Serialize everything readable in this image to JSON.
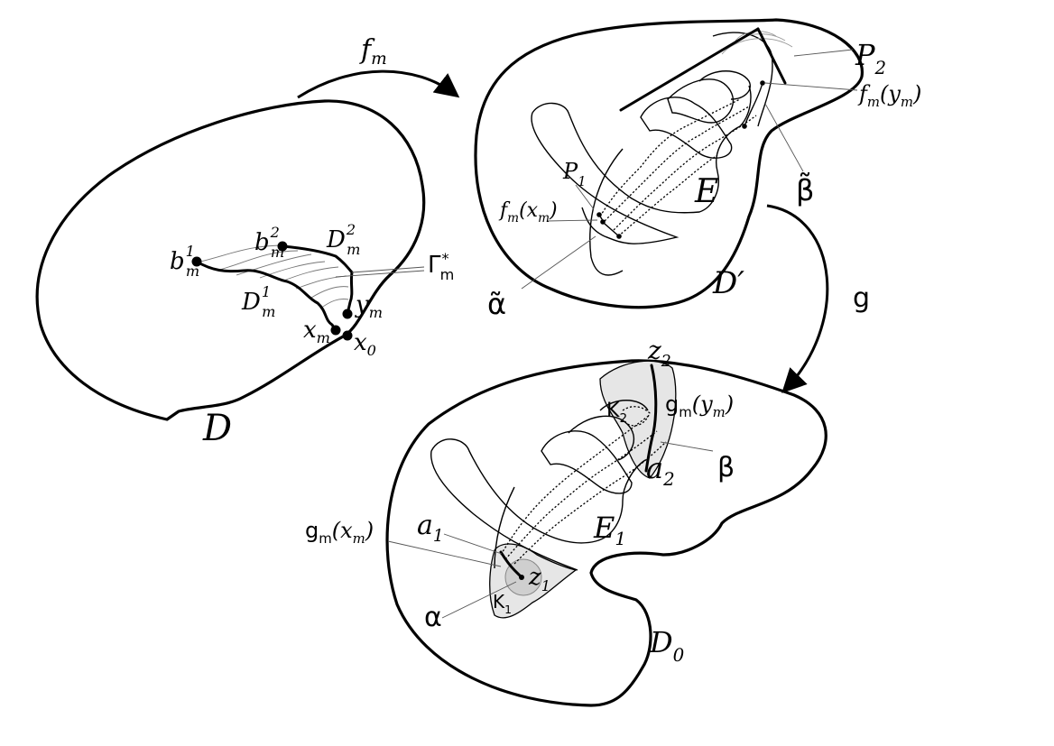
{
  "labels": {
    "f_m": {
      "main": "f",
      "sub": "m"
    },
    "g": {
      "main": "g"
    },
    "D": {
      "main": "D"
    },
    "D_prime": {
      "main": "D′"
    },
    "D_0": {
      "main": "D",
      "sub": "0"
    },
    "b_m_1": {
      "main": "b",
      "sub": "m",
      "sup": "1"
    },
    "b_m_2": {
      "main": "b",
      "sub": "m",
      "sup": "2"
    },
    "D_m_1": {
      "main": "D",
      "sub": "m",
      "sup": "1"
    },
    "D_m_2": {
      "main": "D",
      "sub": "m",
      "sup": "2"
    },
    "Gamma_m_star": {
      "main": "Γ",
      "sub": "m",
      "sup": "*"
    },
    "y_m": {
      "main": "y",
      "sub": "m"
    },
    "x_m": {
      "main": "x",
      "sub": "m"
    },
    "x_0": {
      "main": "x",
      "sub": "0"
    },
    "P_1": {
      "main": "P",
      "sub": "1"
    },
    "P_2": {
      "main": "P",
      "sub": "2"
    },
    "f_m_x_m": {
      "main": "f",
      "sub": "m",
      "arg": "(x",
      "argsub": "m",
      "close": ")"
    },
    "f_m_y_m": {
      "main": "f",
      "sub": "m",
      "arg": "(y",
      "argsub": "m",
      "close": ")"
    },
    "E": {
      "main": "E"
    },
    "E_1": {
      "main": "E",
      "sub": "1"
    },
    "alpha_tilde": {
      "main": "α̃"
    },
    "beta_tilde": {
      "main": "β̃"
    },
    "alpha": {
      "main": "α"
    },
    "beta": {
      "main": "β"
    },
    "z_1": {
      "main": "z",
      "sub": "1"
    },
    "z_2": {
      "main": "z",
      "sub": "2"
    },
    "a_1": {
      "main": "a",
      "sub": "1"
    },
    "a_2": {
      "main": "a",
      "sub": "2"
    },
    "kappa_1": {
      "main": "K",
      "sub": "1"
    },
    "kappa_2": {
      "main": "K",
      "sub": "2"
    },
    "g_m_x_m": {
      "main": "g",
      "sub": "m",
      "arg": "(x",
      "argsub": "m",
      "close": ")"
    },
    "g_m_y_m": {
      "main": "g",
      "sub": "m",
      "arg": "(y",
      "argsub": "m",
      "close": ")"
    }
  }
}
